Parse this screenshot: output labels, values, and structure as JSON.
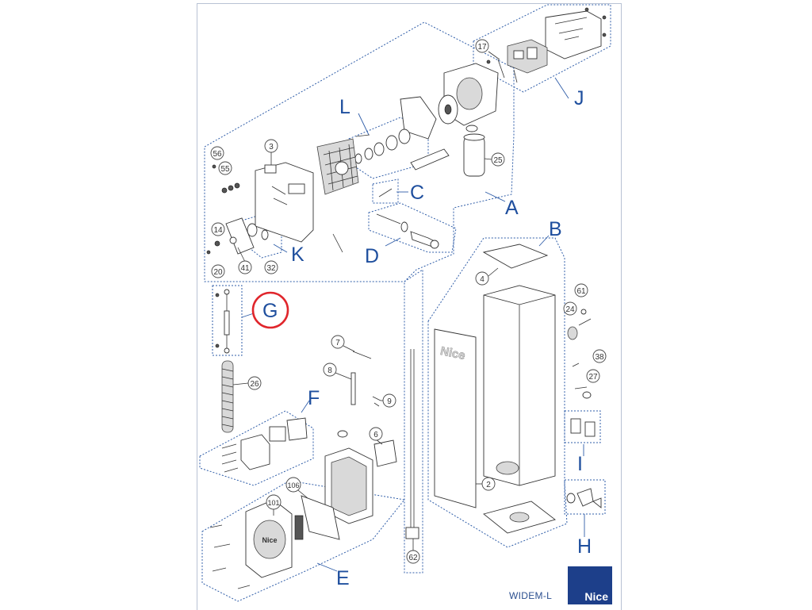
{
  "diagram": {
    "model": "WIDEM-L",
    "brand": "Nice",
    "panel_text": "Nice",
    "cover_logo": "Nice",
    "highlight_color": "#e0262c",
    "letter_color": "#1f4f9e",
    "groups": [
      {
        "id": "A",
        "label": "A"
      },
      {
        "id": "B",
        "label": "B"
      },
      {
        "id": "C",
        "label": "C"
      },
      {
        "id": "D",
        "label": "D"
      },
      {
        "id": "E",
        "label": "E"
      },
      {
        "id": "F",
        "label": "F"
      },
      {
        "id": "G",
        "label": "G",
        "highlighted": true
      },
      {
        "id": "H",
        "label": "H"
      },
      {
        "id": "I",
        "label": "I"
      },
      {
        "id": "J",
        "label": "J"
      },
      {
        "id": "K",
        "label": "K"
      },
      {
        "id": "L",
        "label": "L"
      }
    ],
    "part_numbers": [
      "17",
      "3",
      "56",
      "55",
      "25",
      "14",
      "41",
      "32",
      "20",
      "4",
      "61",
      "24",
      "38",
      "27",
      "2",
      "7",
      "8",
      "9",
      "26",
      "6",
      "106",
      "101",
      "62"
    ]
  }
}
